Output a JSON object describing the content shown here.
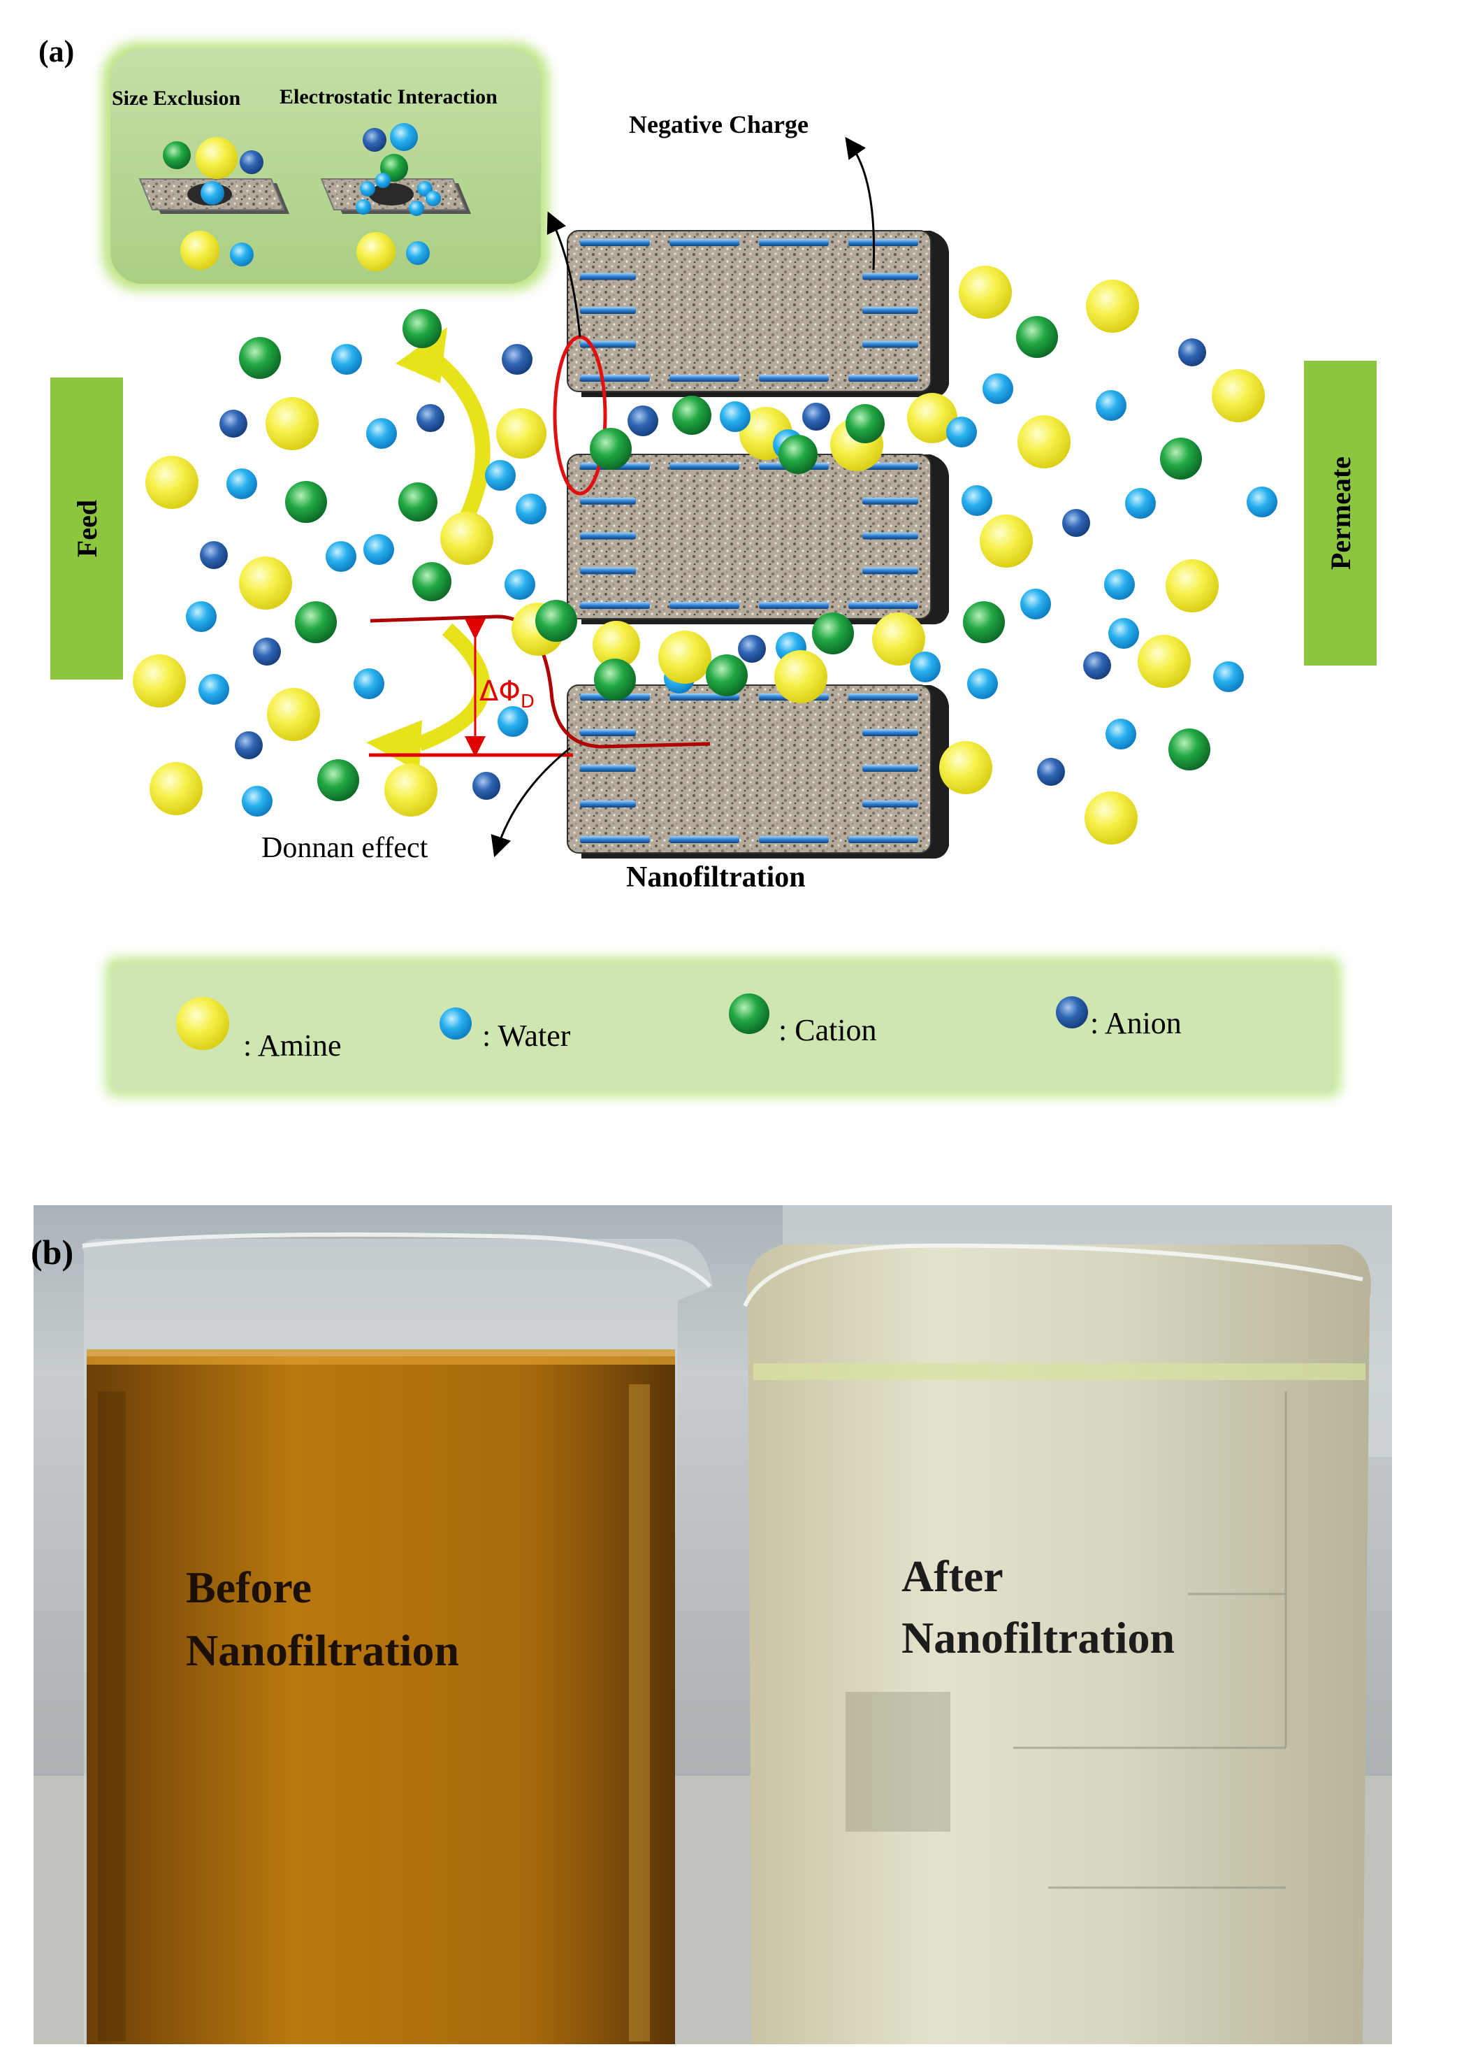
{
  "panel_a": {
    "label": "(a)",
    "inset": {
      "size_exclusion": "Size Exclusion",
      "electrostatic": "Electrostatic Interaction"
    },
    "negative_charge": "Negative Charge",
    "feed": "Feed",
    "permeate": "Permeate",
    "delta_phi": "ΔΦ",
    "delta_phi_sub": "D",
    "donnan": "Donnan effect",
    "nanofiltration": "Nanofiltration",
    "legend": {
      "amine": ": Amine",
      "water": ": Water",
      "cation": ": Cation",
      "anion": ": Anion"
    },
    "colors": {
      "amine": "#f4ee3c",
      "water": "#1ea6e8",
      "cation": "#1a9a3a",
      "anion": "#2a5ea8",
      "label_box": "#8cc63f",
      "legend_bg": "#cfe6b0",
      "donnan_line": "#c00000"
    }
  },
  "panel_b": {
    "label": "(b)",
    "before": [
      "Before",
      "Nanofiltration"
    ],
    "after": [
      "After",
      "Nanofiltration"
    ]
  }
}
